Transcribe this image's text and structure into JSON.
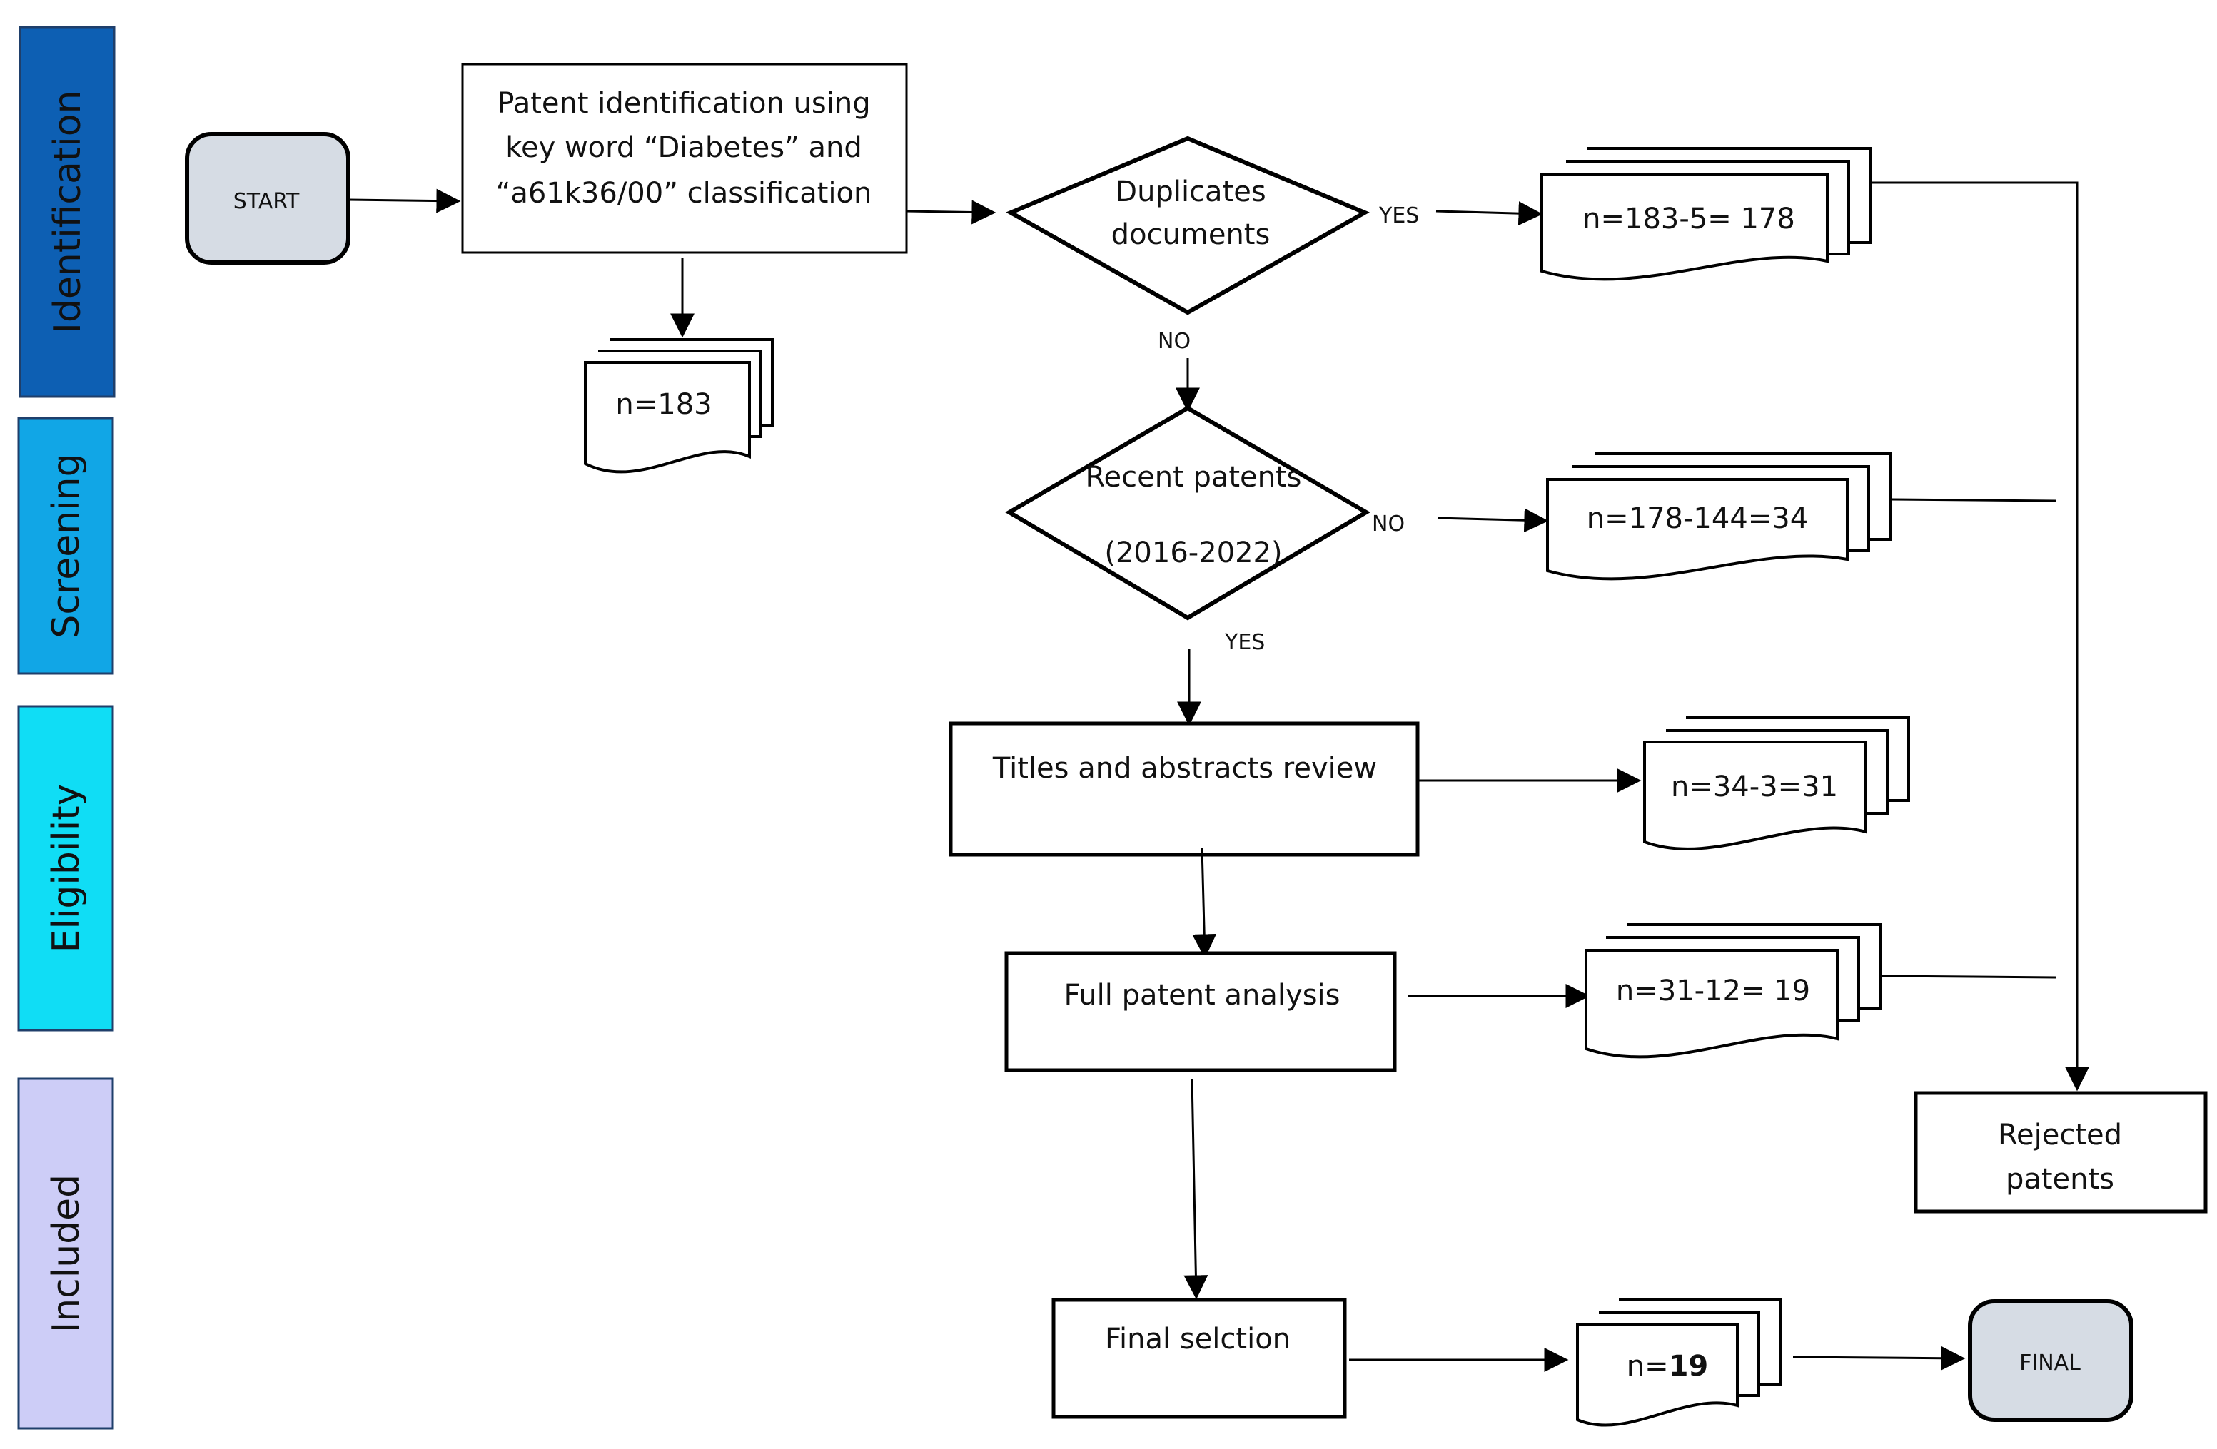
{
  "phases": [
    {
      "label": "Identification",
      "color": "#0D5FB3"
    },
    {
      "label": "Screening",
      "color": "#11A6E6"
    },
    {
      "label": "Eligibility",
      "color": "#10DDF5"
    },
    {
      "label": "Included",
      "color": "#CDCDF7"
    }
  ],
  "terminals": {
    "start": "START",
    "final": "FINAL",
    "fill": "#D6DCE4"
  },
  "process": {
    "identification": [
      "Patent identification using",
      "key word “Diabetes” and",
      "“a61k36/00” classification"
    ],
    "titles_review": "Titles and abstracts review",
    "full_analysis": "Full patent analysis",
    "final_selection": "Final selction",
    "rejected": [
      "Rejected",
      "patents"
    ]
  },
  "decisions": {
    "duplicates": [
      "Duplicates",
      "documents"
    ],
    "recent": [
      "Recent patents",
      "(2016-2022)"
    ]
  },
  "branch_labels": {
    "dup_yes": "YES",
    "dup_no": "NO",
    "recent_no": "NO",
    "recent_yes": "YES"
  },
  "documents": {
    "initial": "n=183",
    "duplicates_removed": "n=183-5= 178",
    "recent_removed": "n=178-144=34",
    "review_removed": "n=34-3=31",
    "analysis_removed": "n=31-12= 19",
    "final_prefix": "n=",
    "final_value": "19"
  }
}
